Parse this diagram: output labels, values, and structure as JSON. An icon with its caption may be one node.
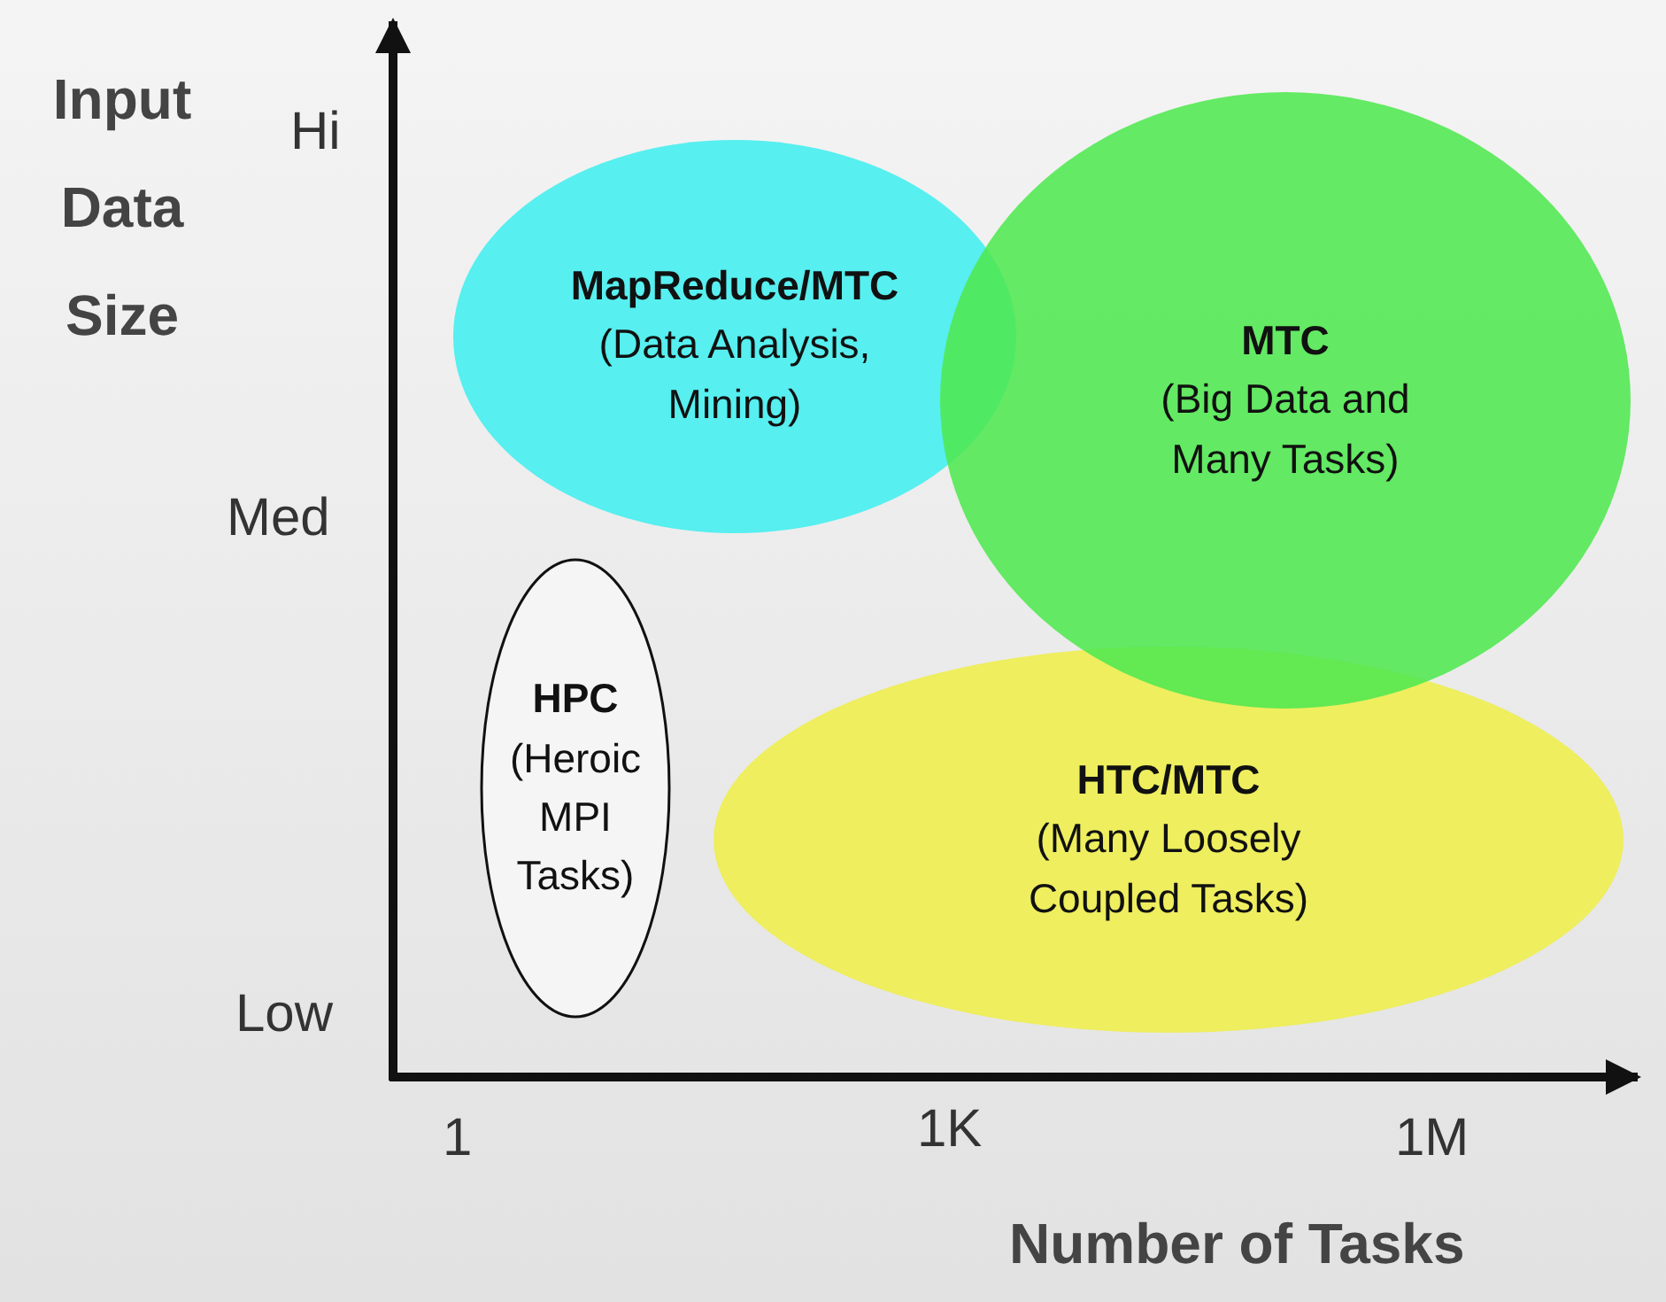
{
  "diagram": {
    "nodes": [
      {
        "text": [
          "MapReduce/MTC",
          "(Data Analysis, Mining)"
        ]
      },
      {
        "text": [
          "MTC",
          "(Big Data and Many Tasks)"
        ]
      },
      {
        "text": [
          "HPC",
          "(Heroic MPI Tasks)"
        ]
      },
      {
        "text": [
          "HTC/MTC",
          "(Many Loosely Coupled Tasks)"
        ]
      }
    ],
    "labels": [
      "Input Data Size",
      "Hi",
      "Med",
      "Low",
      "1",
      "1K",
      "1M",
      "Number of Tasks"
    ]
  }
}
